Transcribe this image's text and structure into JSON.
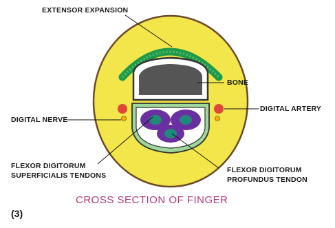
{
  "labels": {
    "extensor_expansion": "EXTENSOR EXPANSION",
    "bone": "BONE",
    "digital_nerve": "DIGITAL NERVE",
    "digital_artery": "DIGITAL ARTERY",
    "fds_line1": "FLEXOR DIGITORUM",
    "fds_line2": "SUPERFICIALIS TENDONS",
    "fdp_line1": "FLEXOR DIGITORUM",
    "fdp_line2": "PROFUNDUS TENDON"
  },
  "caption": "CROSS SECTION OF FINGER",
  "figure_number": "(3)",
  "colors": {
    "skin_fill": "#f3e64a",
    "skin_outline": "#6b4a2a",
    "extensor": "#1f9a4a",
    "bone_outline": "#333333",
    "bone_fill": "#555555",
    "sheath": "#9ed89a",
    "tendon_purple": "#6a2fa0",
    "tendon_teal": "#1f8a7a",
    "artery": "#e0453a",
    "nerve": "#f5b400",
    "caption": "#b03a7a"
  }
}
